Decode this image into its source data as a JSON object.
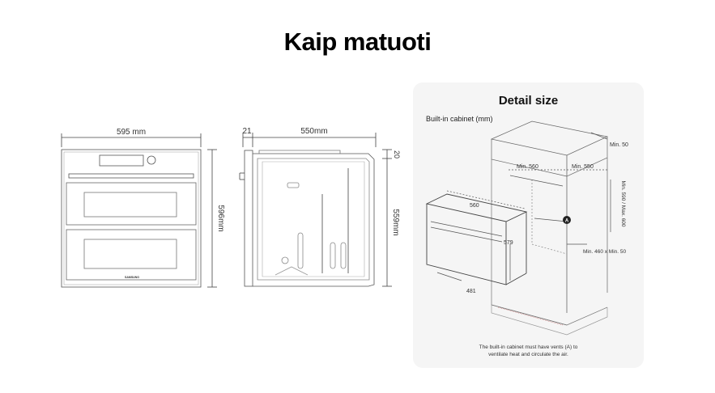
{
  "title": "Kaip matuoti",
  "front_view": {
    "width_label": "595 mm",
    "height_label": "596mm",
    "brand": "SAMSUNG"
  },
  "side_view": {
    "front_depth_label": "21",
    "depth_label": "550mm",
    "top_gap_label": "20",
    "height_label": "559mm"
  },
  "detail": {
    "title": "Detail size",
    "subtitle": "Built-in cabinet (mm)",
    "labels": {
      "min50_top": "Min. 50",
      "min560": "Min. 560",
      "min550": "Min. 550",
      "min590_max600": "Min. 590 / Max. 600",
      "oven_width": "560",
      "oven_height": "579",
      "oven_depth": "481",
      "vent_marker": "A",
      "min460_min50": "Min. 460 x Min. 50"
    },
    "note_line1": "The built-in cabinet must have vents (A) to",
    "note_line2": "ventilate heat and circulate the air."
  }
}
